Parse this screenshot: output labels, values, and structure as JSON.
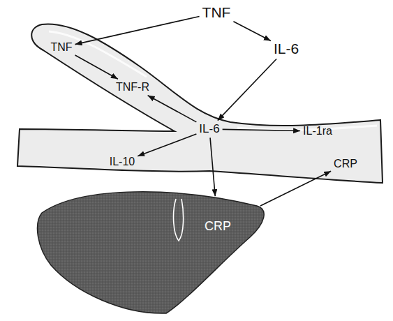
{
  "diagram": {
    "nodes": [
      {
        "text": [
          "TNF"
        ]
      },
      {
        "text": [
          "IL-6"
        ]
      },
      {
        "text": [
          "TNF"
        ]
      },
      {
        "text": [
          "TNF-R"
        ]
      },
      {
        "text": [
          "IL-6"
        ]
      },
      {
        "text": [
          "IL-1ra"
        ]
      },
      {
        "text": [
          "CRP"
        ]
      },
      {
        "text": [
          "IL-10"
        ]
      },
      {
        "text": [
          "CRP"
        ]
      }
    ],
    "edges": [
      {
        "from": 0,
        "to": 2,
        "arrow": "to"
      },
      {
        "from": 0,
        "to": 1,
        "arrow": "to"
      },
      {
        "from": 2,
        "to": 3,
        "arrow": "to"
      },
      {
        "from": 1,
        "to": 4,
        "arrow": "to"
      },
      {
        "from": 4,
        "to": 3,
        "arrow": "to"
      },
      {
        "from": 4,
        "to": 5,
        "arrow": "to"
      },
      {
        "from": 4,
        "to": 7,
        "arrow": "to"
      },
      {
        "from": 4,
        "to": 8,
        "arrow": "to"
      },
      {
        "from": 8,
        "to": 6,
        "arrow": "to"
      }
    ]
  }
}
